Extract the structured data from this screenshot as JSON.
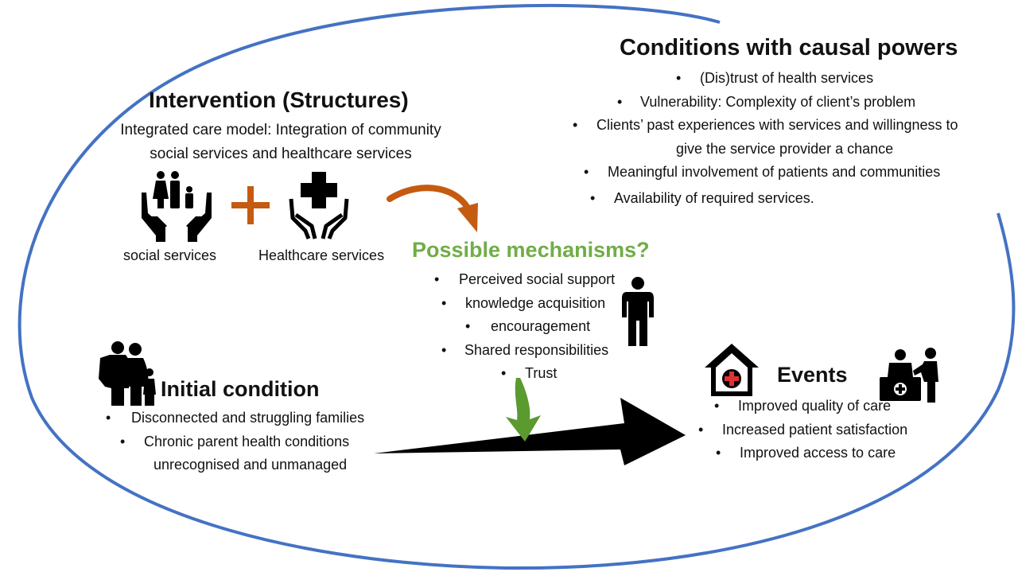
{
  "intervention": {
    "title": "Intervention (Structures)",
    "line1": "Integrated care model: Integration of community",
    "line2": "social services and healthcare services",
    "social_label": "social services",
    "health_label": "Healthcare services"
  },
  "conditions": {
    "title": "Conditions with causal powers",
    "items": [
      "(Dis)trust of health services",
      "Vulnerability: Complexity of client’s problem",
      "Clients’ past experiences with services and willingness to",
      "give the service provider a chance",
      "Meaningful involvement of patients and communities",
      "Availability of required services."
    ]
  },
  "mechanisms": {
    "title": "Possible mechanisms?",
    "items": [
      "Perceived social support",
      "knowledge acquisition",
      "encouragement",
      "Shared responsibilities",
      "Trust"
    ]
  },
  "initial": {
    "title": "Initial condition",
    "items": [
      "Disconnected and struggling families",
      "Chronic parent health conditions",
      "unrecognised and unmanaged"
    ]
  },
  "events": {
    "title": "Events",
    "items": [
      "Improved quality of care",
      "Increased patient satisfaction",
      "Improved access to care"
    ]
  },
  "colors": {
    "ellipse": "#4472c4",
    "orange": "#c55a11",
    "green": "#70ad47",
    "green_arrow": "#5a9a2f",
    "red_cross": "#e03030"
  }
}
